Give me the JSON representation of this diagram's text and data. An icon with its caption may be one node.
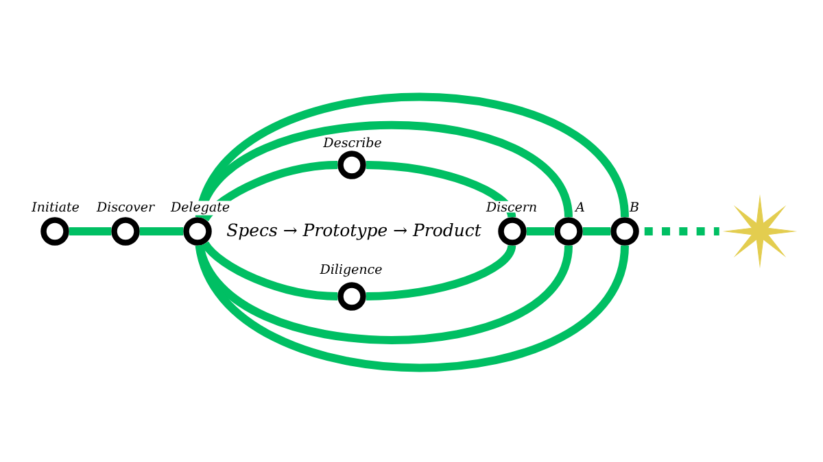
{
  "diagram": {
    "nodes": [
      {
        "text": [
          "Initiate"
        ]
      },
      {
        "text": [
          "Discover"
        ]
      },
      {
        "text": [
          "Delegate"
        ]
      },
      {
        "text": [
          "Describe"
        ]
      },
      {
        "text": [
          "Diligence"
        ]
      },
      {
        "text": [
          "Discern"
        ]
      },
      {
        "text": [
          "A"
        ]
      },
      {
        "text": [
          "B"
        ]
      },
      {
        "text": [],
        "shape": "star"
      }
    ],
    "edges": [
      {
        "from": 0,
        "to": 1,
        "arrow": "none"
      },
      {
        "from": 1,
        "to": 2,
        "arrow": "none"
      },
      {
        "from": 2,
        "to": 3,
        "arrow": "none"
      },
      {
        "from": 3,
        "to": 5,
        "arrow": "none"
      },
      {
        "from": 2,
        "to": 4,
        "arrow": "none"
      },
      {
        "from": 4,
        "to": 5,
        "arrow": "none"
      },
      {
        "from": 5,
        "to": 6,
        "arrow": "none"
      },
      {
        "from": 6,
        "to": 7,
        "arrow": "none"
      },
      {
        "from": 2,
        "to": 6,
        "arrow": "none"
      },
      {
        "from": 2,
        "to": 6,
        "arrow": "none"
      },
      {
        "from": 2,
        "to": 7,
        "arrow": "none"
      },
      {
        "from": 2,
        "to": 7,
        "arrow": "none"
      },
      {
        "from": 7,
        "to": 8,
        "arrow": "none",
        "style": "dashed"
      }
    ],
    "labels": [
      "Specs → Prototype → Product"
    ]
  }
}
